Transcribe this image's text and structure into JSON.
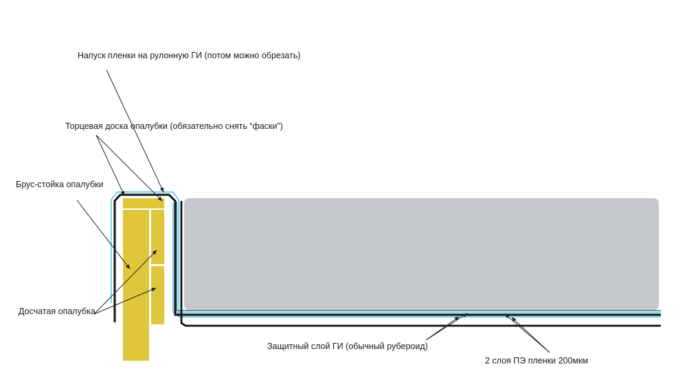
{
  "labels": {
    "film_overlap": "Напуск пленки на рулонную ГИ (потом можно обрезать)",
    "end_board": "Торцевая доска опалубки (обязательно снять “фаски”)",
    "beam_post": "Брус-стойка опалубки",
    "board_formwork": "Досчатая опалубка",
    "protective_layer": "Защитный слой ГИ (обычный рубероид)",
    "pe_film": "2 слоя ПЭ пленки 200мкм"
  },
  "colors": {
    "wood": "#e0c63a",
    "slab": "#c6c9cc",
    "film": "#3cc4dc",
    "membrane": "#111111",
    "roofing_felt": "#2c6e96",
    "leader": "#222222"
  }
}
